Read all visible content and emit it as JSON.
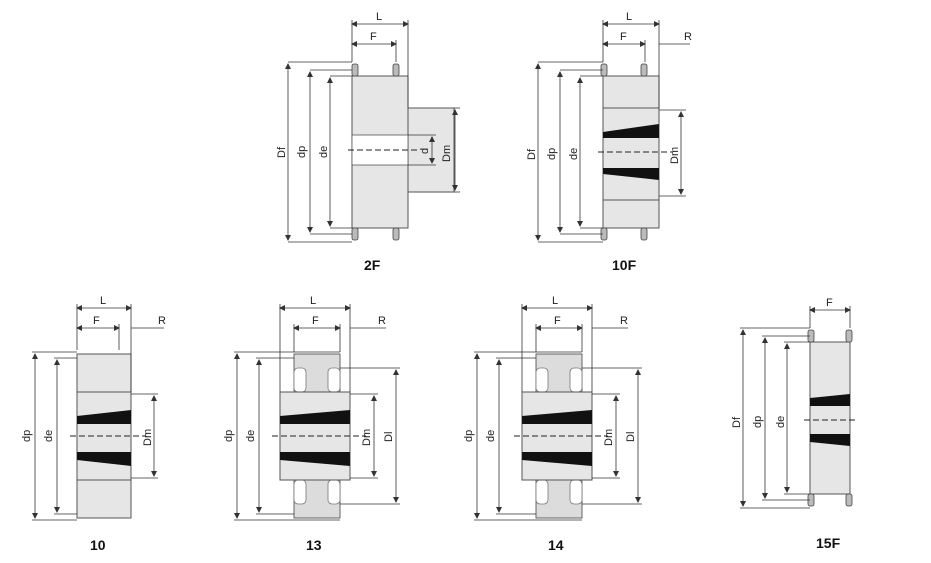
{
  "labels": {
    "L": "L",
    "F": "F",
    "R": "R",
    "Df": "Df",
    "dp": "dp",
    "de": "de",
    "d": "d",
    "Dm": "Dm",
    "Dl": "Dl"
  },
  "captions": {
    "v2F": "2F",
    "v10F": "10F",
    "v10": "10",
    "v13": "13",
    "v14": "14",
    "v15F": "15F"
  }
}
